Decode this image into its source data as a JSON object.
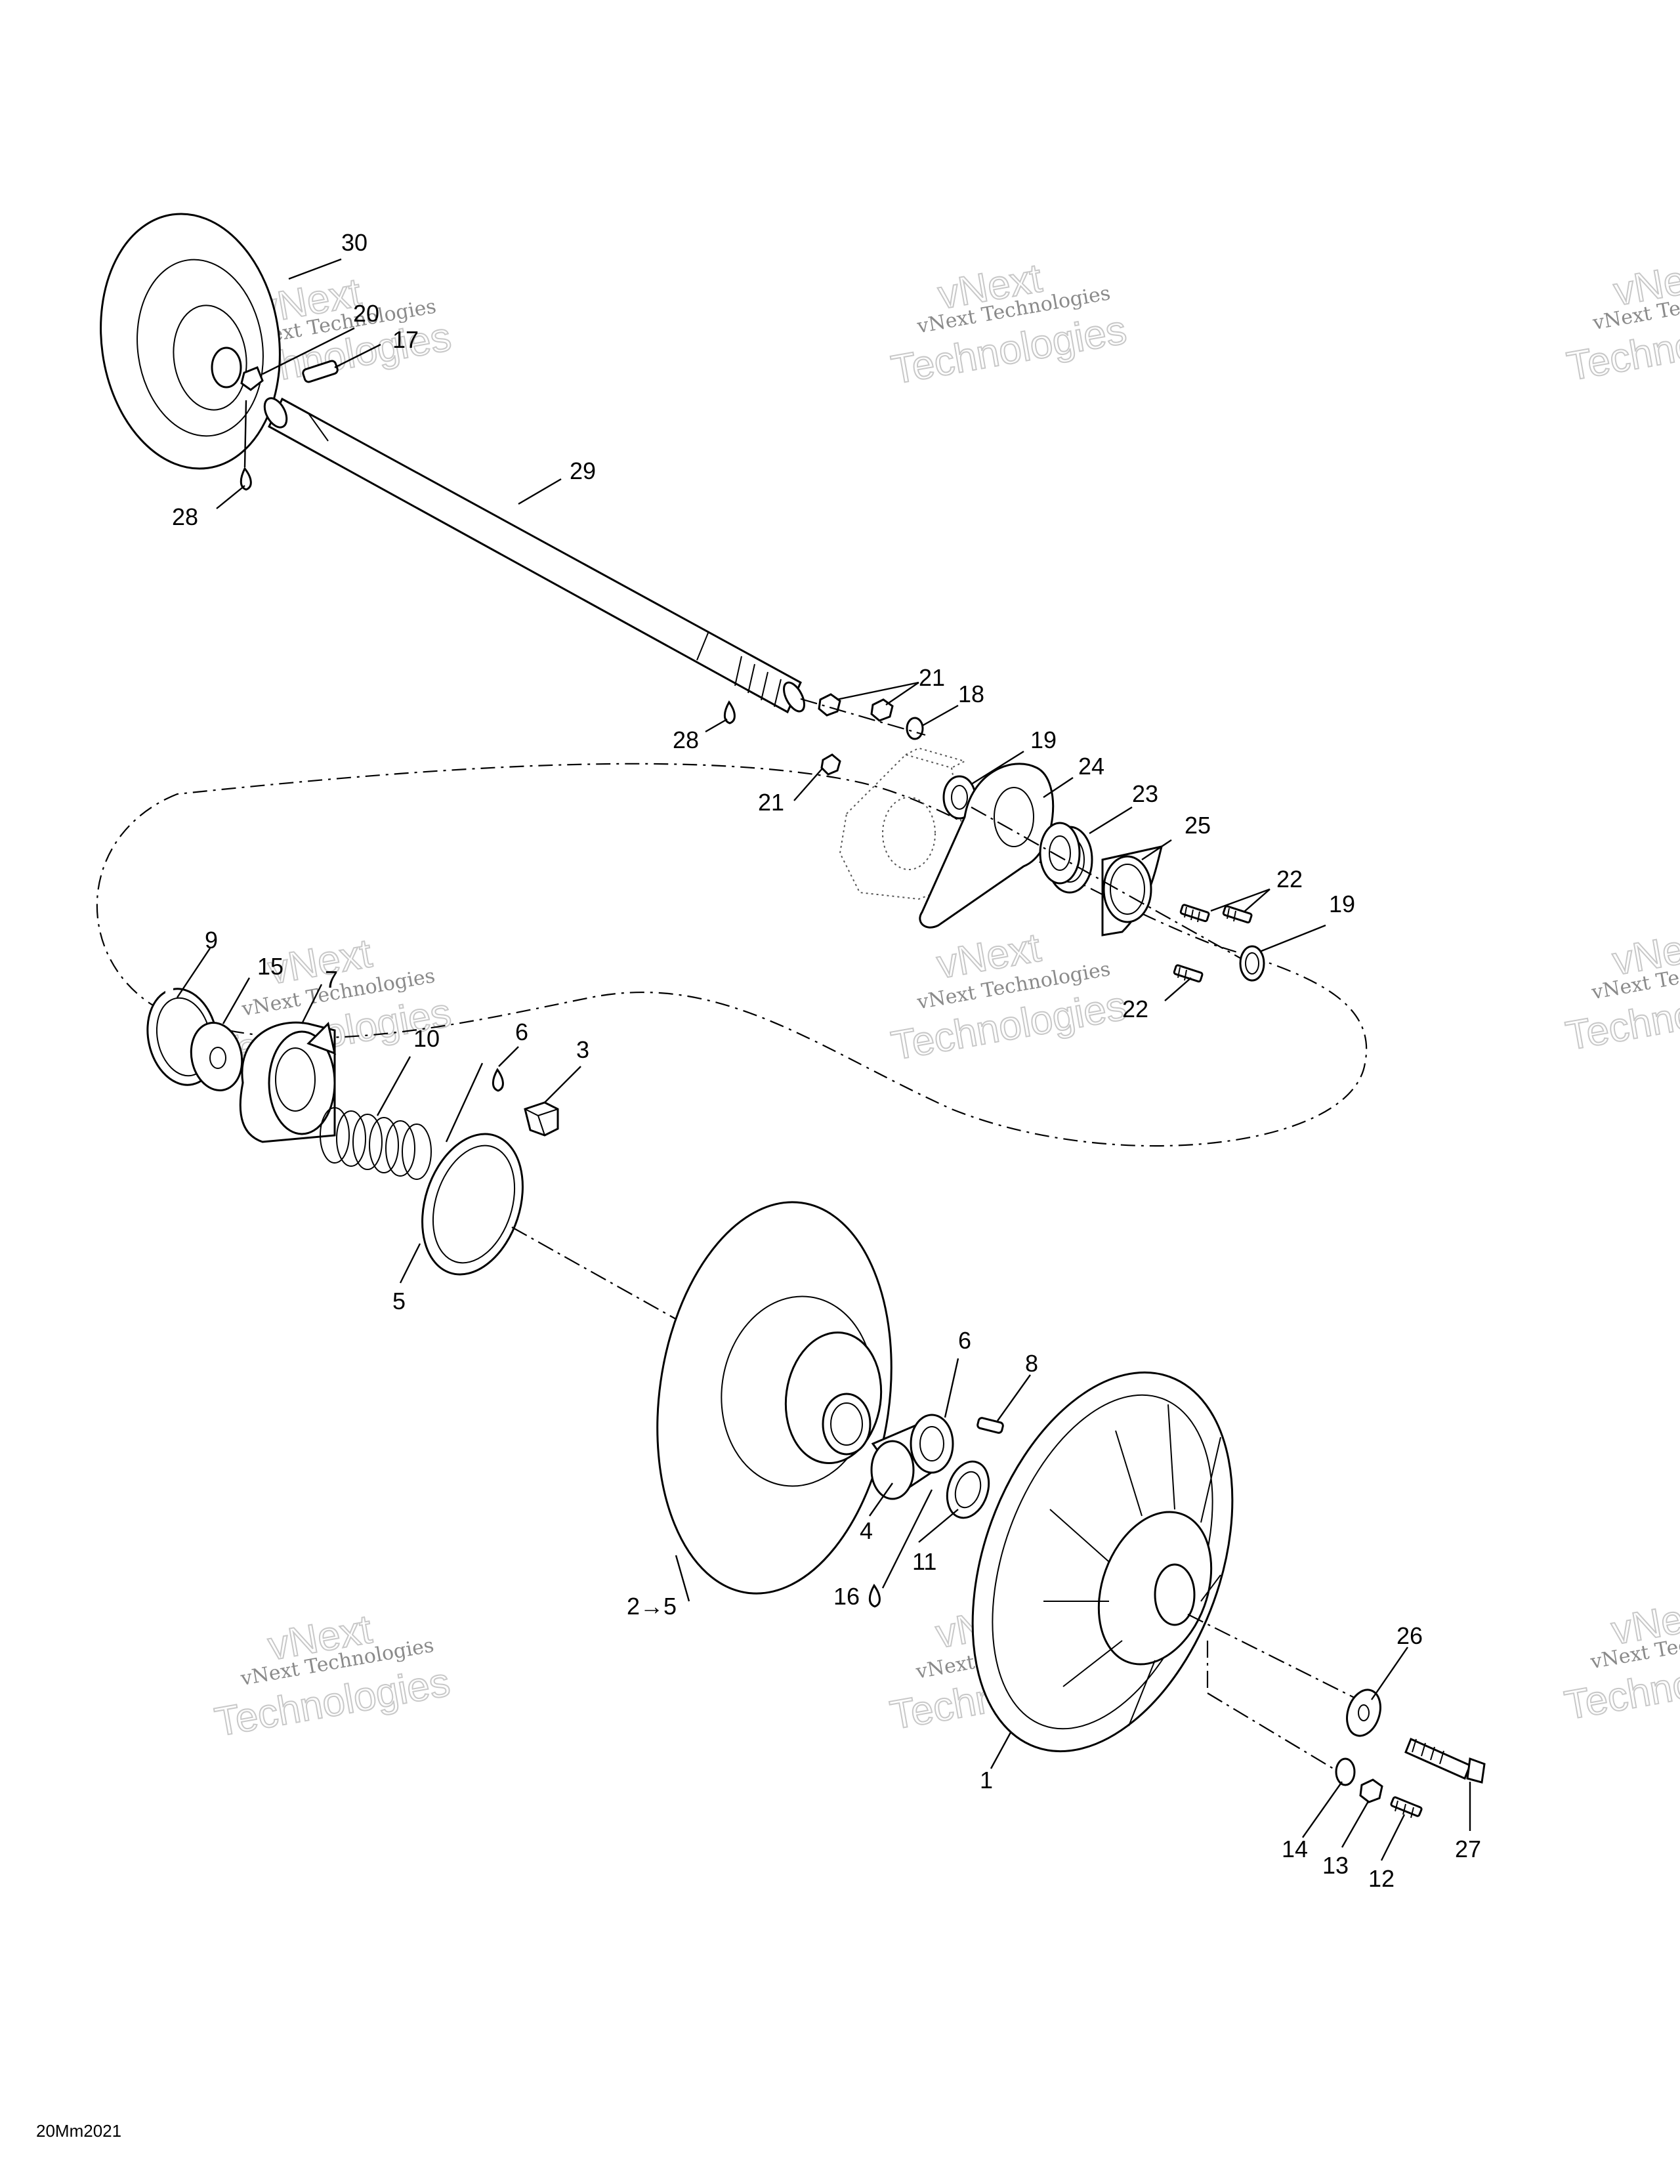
{
  "figure_code": "20Mm2021",
  "watermark": {
    "line1": "vNext Technologies",
    "line2": "vNext",
    "line3": "Technologies"
  },
  "callouts": {
    "c30": "30",
    "c20": "20",
    "c17": "17",
    "c29": "29",
    "c28a": "28",
    "c28b": "28",
    "c21a": "21",
    "c21b": "21",
    "c18": "18",
    "c19a": "19",
    "c24": "24",
    "c23": "23",
    "c25": "25",
    "c22a": "22",
    "c19b": "19",
    "c22b": "22",
    "c9": "9",
    "c15": "15",
    "c7": "7",
    "c10": "10",
    "c6a": "6",
    "c3": "3",
    "c5": "5",
    "c6b": "6",
    "c8": "8",
    "c4": "4",
    "c11": "11",
    "c16": "16",
    "c2to5": "2→5",
    "c1": "1",
    "c26": "26",
    "c27": "27",
    "c14": "14",
    "c13": "13",
    "c12": "12"
  }
}
